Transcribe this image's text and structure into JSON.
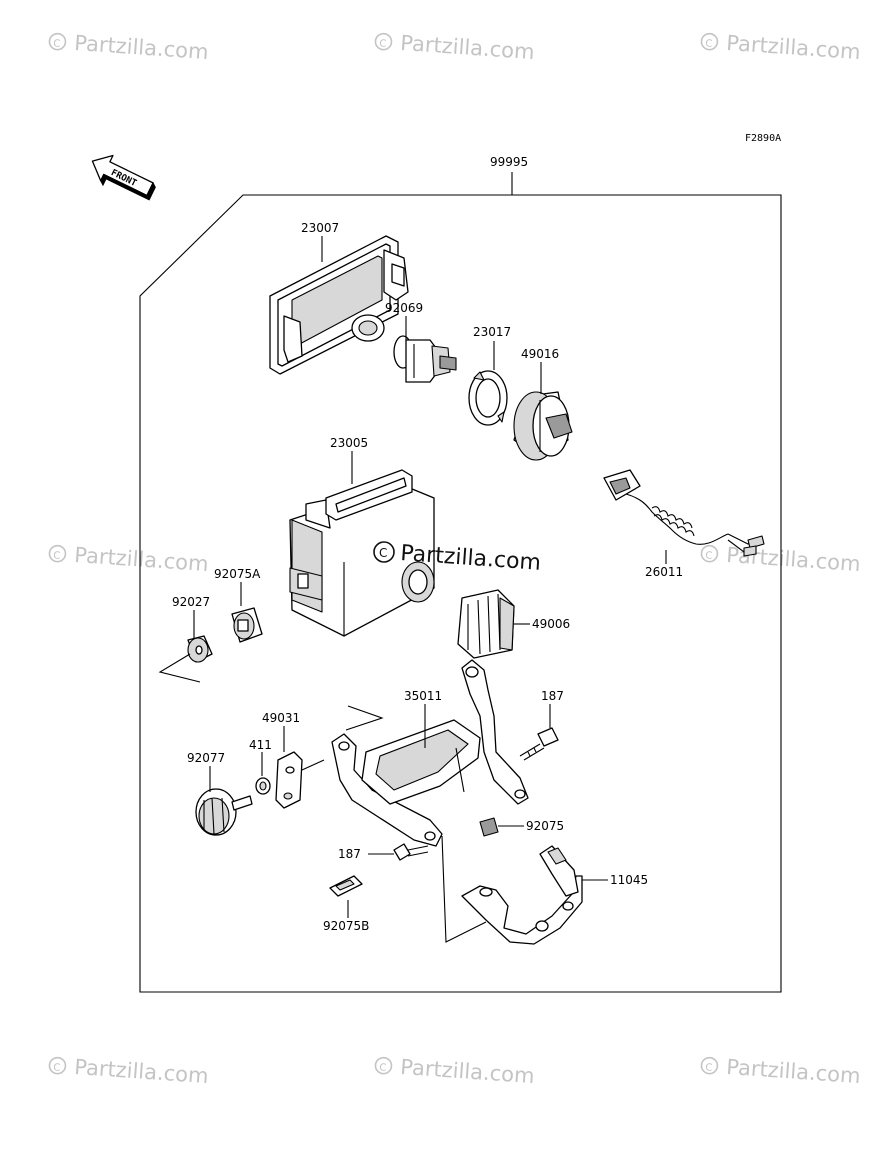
{
  "diagram_code": "F2890A",
  "front_indicator": "FRONT",
  "watermark": {
    "text": "Partzilla.com",
    "center_text": "Partzilla.com",
    "symbol": "©"
  },
  "callouts": {
    "p99995": "99995",
    "p23007": "23007",
    "p92069": "92069",
    "p23017": "23017",
    "p49016": "49016",
    "p23005": "23005",
    "p26011": "26011",
    "p92075A": "92075A",
    "p92027": "92027",
    "p49006": "49006",
    "p35011": "35011",
    "p187_top": "187",
    "p49031": "49031",
    "p411": "411",
    "p92077": "92077",
    "p92075": "92075",
    "p187_bottom": "187",
    "p11045": "11045",
    "p92075B": "92075B"
  },
  "icons": {
    "front": "front-arrow-icon",
    "copyright": "copyright-icon"
  }
}
